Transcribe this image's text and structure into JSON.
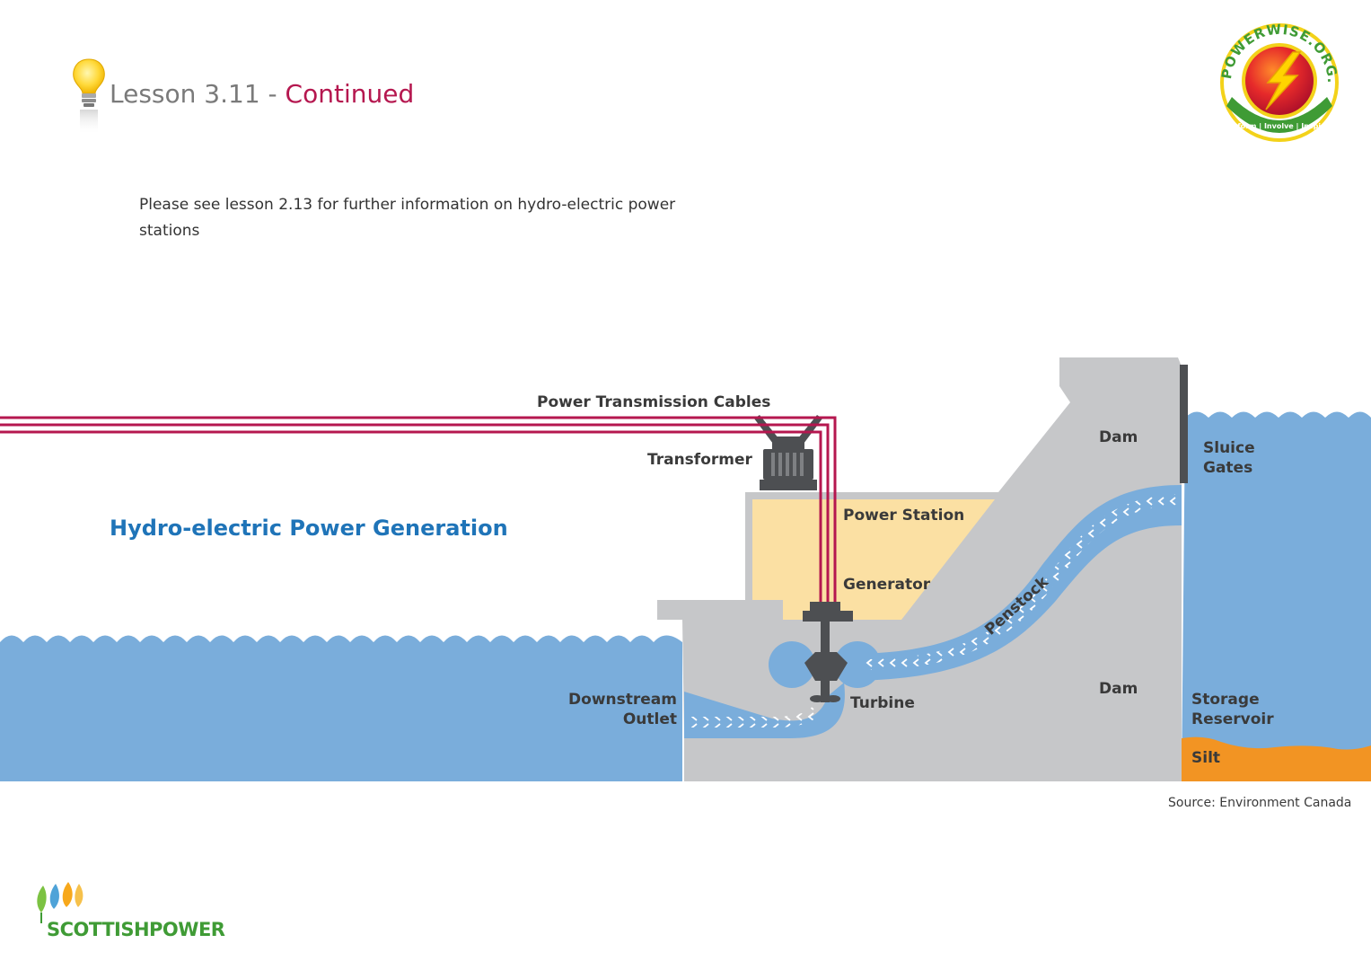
{
  "header": {
    "lesson": "Lesson 3.11",
    "separator": " - ",
    "continued": "Continued"
  },
  "intro_text": "Please see lesson 2.13 for further information on hydro-electric power stations",
  "diagram": {
    "title": "Hydro-electric Power Generation",
    "labels": {
      "power_cables": "Power Transmission Cables",
      "transformer": "Transformer",
      "power_station": "Power Station",
      "generator": "Generator",
      "dam_top": "Dam",
      "dam_bottom": "Dam",
      "sluice_1": "Sluice",
      "sluice_2": "Gates",
      "penstock": "Penstock",
      "turbine": "Turbine",
      "downstream_1": "Downstream",
      "downstream_2": "Outlet",
      "storage_1": "Storage",
      "storage_2": "Reservoir",
      "silt": "Silt"
    },
    "colors": {
      "water": "#7aaddb",
      "concrete": "#c6c7c9",
      "station": "#fbe0a3",
      "silt": "#f29423",
      "cable": "#b5174f",
      "machinery": "#4d4f52"
    }
  },
  "source": "Source: Environment Canada",
  "logos": {
    "powerwise_ring": "POWERWISE.ORG.UK",
    "powerwise_tagline": "Inform | Involve | Inspire",
    "brand": "SCOTTISHPOWER"
  },
  "icons": [
    "lightbulb-icon",
    "lightning-bolt-icon",
    "flame-leaves-icon"
  ]
}
